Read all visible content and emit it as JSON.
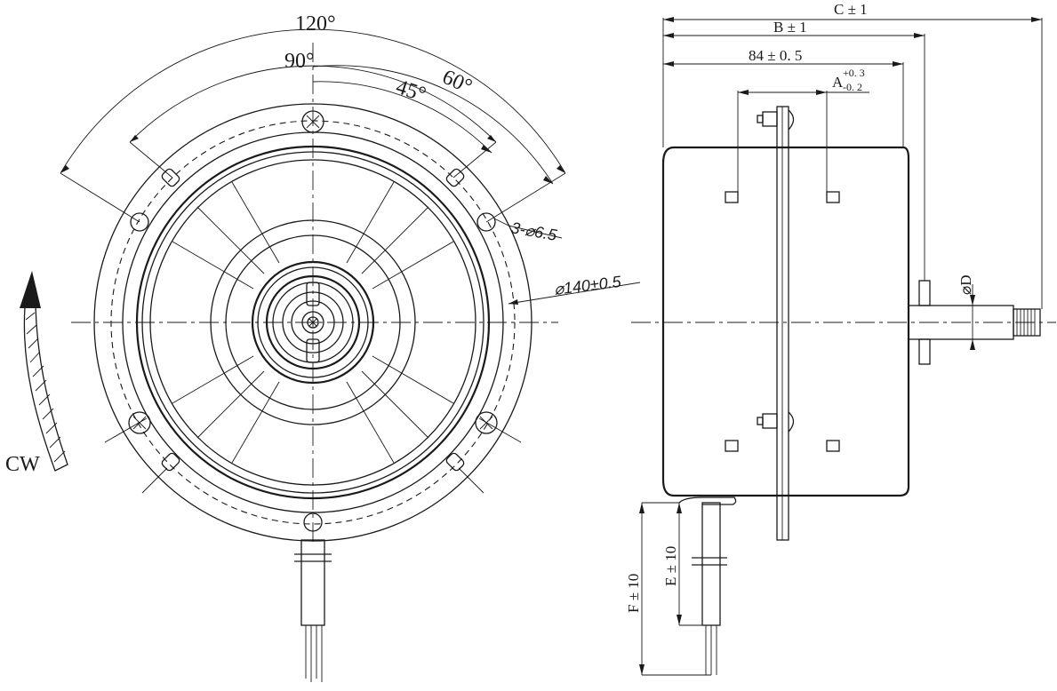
{
  "front_view": {
    "angle_labels": [
      "120°",
      "90°",
      "60°",
      "45°"
    ],
    "hole_label": "3-⌀6.5",
    "diameter_label": "⌀140±0.5",
    "rotation_label": "CW"
  },
  "side_view": {
    "dim_c": "C ± 1",
    "dim_b": "B ± 1",
    "dim_84": "84 ± 0. 5",
    "dim_a": "A",
    "dim_a_upper": "+0. 3",
    "dim_a_lower": "-0. 2",
    "dim_d": "⌀D",
    "dim_e": "E ± 10",
    "dim_f": "F ± 10"
  }
}
